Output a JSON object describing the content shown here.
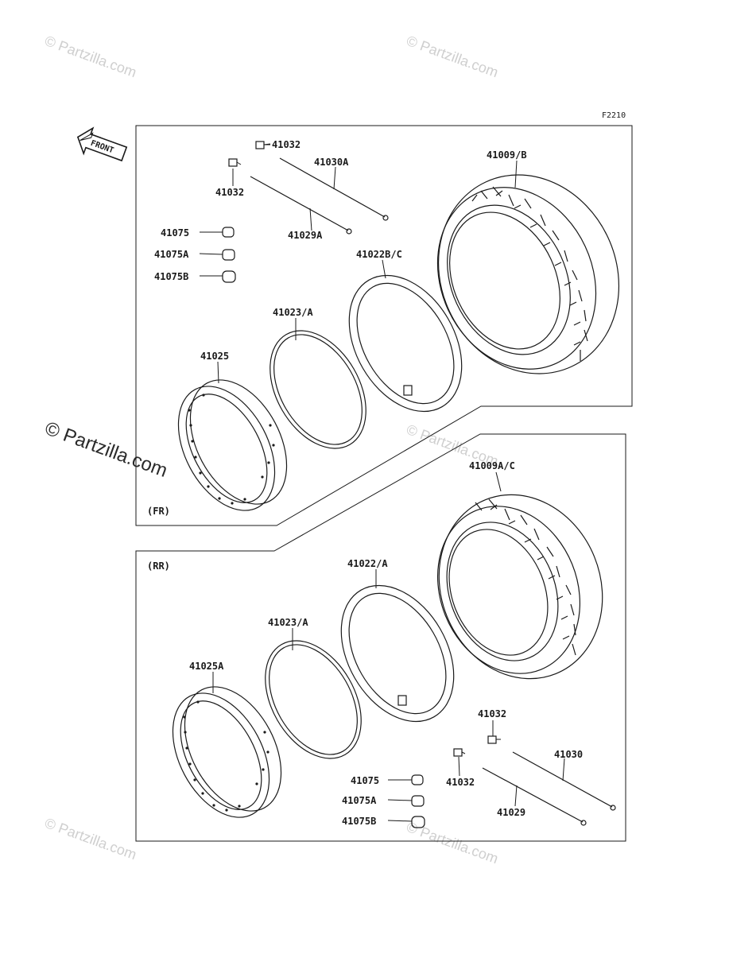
{
  "figure_code": "F2210",
  "front_label": "FRONT",
  "watermark_text": "© Partzilla.com",
  "sections": {
    "front": {
      "tag": "(FR)",
      "labels": {
        "valve_upper": "41032",
        "valve_lower": "41032",
        "cable_a": "41030A",
        "cable_b": "41029A",
        "cap": "41075",
        "cap_a": "41075A",
        "cap_b": "41075B",
        "tube": "41022B/C",
        "tire": "41009/B",
        "rim_band": "41023/A",
        "rim": "41025"
      }
    },
    "rear": {
      "tag": "(RR)",
      "labels": {
        "tire": "41009A/C",
        "tube": "41022/A",
        "rim_band": "41023/A",
        "rim": "41025A",
        "valve_upper": "41032",
        "valve_lower": "41032",
        "cable_a": "41030",
        "cable_b": "41029",
        "cap": "41075",
        "cap_a": "41075A",
        "cap_b": "41075B"
      }
    }
  }
}
